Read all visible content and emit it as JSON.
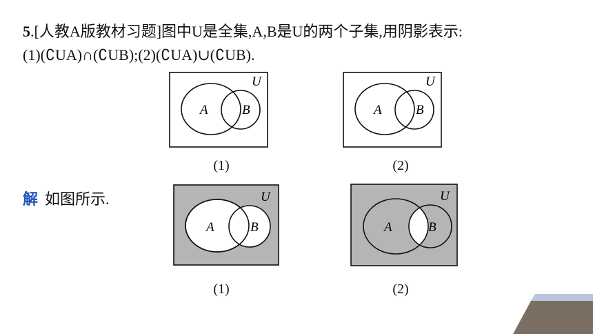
{
  "problem": {
    "number": "5",
    "dot": ".",
    "source": "[人教A版教材习题]",
    "stem": "图中U是全集,A,B是U的两个子集,用阴影表示:",
    "parts": "(1)(∁UA)∩(∁UB);(2)(∁UA)∪(∁UB)."
  },
  "diagram_labels": {
    "universe": "U",
    "set_a": "A",
    "set_b": "B"
  },
  "captions": {
    "first": "(1)",
    "second": "(2)"
  },
  "solution": {
    "keyword": "解",
    "text": "如图所示."
  },
  "colors": {
    "shade": "#b5b5b5",
    "keyword": "#1f57b8",
    "accent_dark": "#7b6f63",
    "accent_light": "#b9c6dd"
  }
}
